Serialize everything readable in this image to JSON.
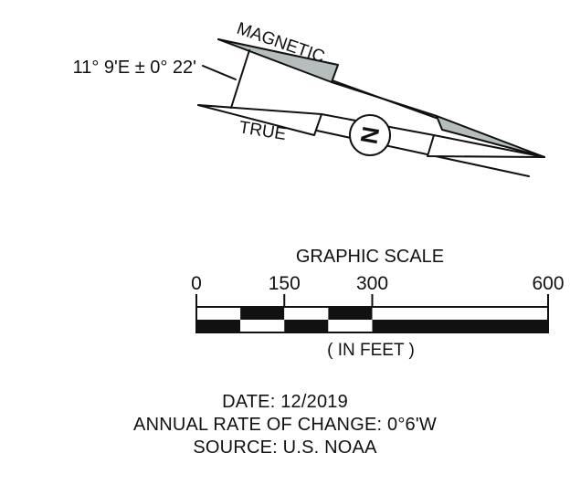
{
  "north_arrow": {
    "declination_label": "11° 9'E ± 0° 22'",
    "magnetic_label": "MAGNETIC",
    "true_label": "TRUE",
    "north_letter": "N",
    "fill_color": "#b5bdbd",
    "stroke_color": "#111111"
  },
  "graphic_scale": {
    "title": "GRAPHIC SCALE",
    "unit_label": "( IN FEET )",
    "tick_labels": [
      "0",
      "150",
      "300",
      "600"
    ],
    "tick_values": [
      0,
      150,
      300,
      600
    ],
    "max_value": 600,
    "segments": [
      {
        "from": 0,
        "to": 75,
        "top": "white",
        "bottom": "black"
      },
      {
        "from": 75,
        "to": 150,
        "top": "black",
        "bottom": "white"
      },
      {
        "from": 150,
        "to": 225,
        "top": "white",
        "bottom": "black"
      },
      {
        "from": 225,
        "to": 300,
        "top": "black",
        "bottom": "white"
      },
      {
        "from": 300,
        "to": 600,
        "top": "white",
        "bottom": "black"
      }
    ]
  },
  "info": {
    "date": "DATE: 12/2019",
    "annual_rate": "ANNUAL RATE OF CHANGE: 0°6'W",
    "source": "SOURCE: U.S. NOAA"
  }
}
